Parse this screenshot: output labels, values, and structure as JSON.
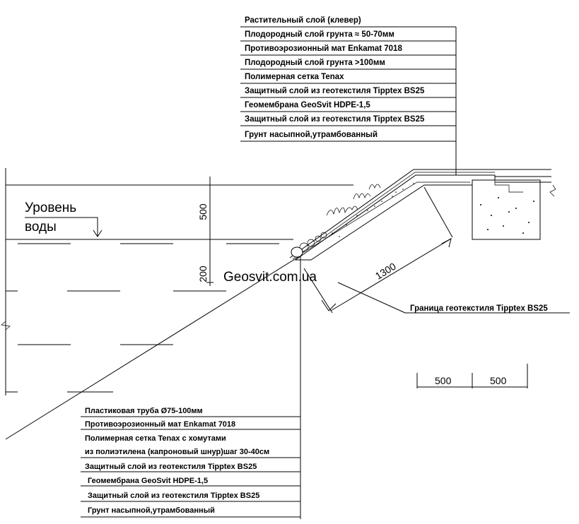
{
  "top_layers": [
    "Растительный слой (клевер)",
    "Плодородный слой грунта ≈  50-70мм",
    "Противоэрозионный мат Enkamat 7018",
    "Плодородный слой грунта >100мм",
    "Полимерная сетка Tenax",
    "Защитный слой из геотекстиля Tipptex BS25",
    "Геомембрана GeoSvit HDPE-1,5",
    "Защитный слой из геотекстиля Tipptex BS25",
    "Грунт насыпной,утрамбованный"
  ],
  "bottom_layers": [
    "Пластиковая труба Ø75-100мм",
    "Противоэрозионный мат Enkamat 7018",
    "Полимерная сетка Tenax  с хомутами",
    "из полиэтилена (капроновый шнур)шаг 30-40см",
    "Защитный слой из геотекстиля Tipptex BS25",
    "Геомембрана GeoSvit HDPE-1,5",
    "Защитный слой из геотекстиля Tipptex BS25",
    "Грунт насыпной,утрамбованный"
  ],
  "water_level": {
    "line1": "Уровень",
    "line2": "воды"
  },
  "dimensions": {
    "d500_vertical": "500",
    "d200_vertical": "200",
    "d1300": "1300",
    "scale_a": "500",
    "scale_b": "500"
  },
  "boundary_label": "Граница геотекстиля Tipptex BS25",
  "watermark": "Geosvit.com.ua"
}
